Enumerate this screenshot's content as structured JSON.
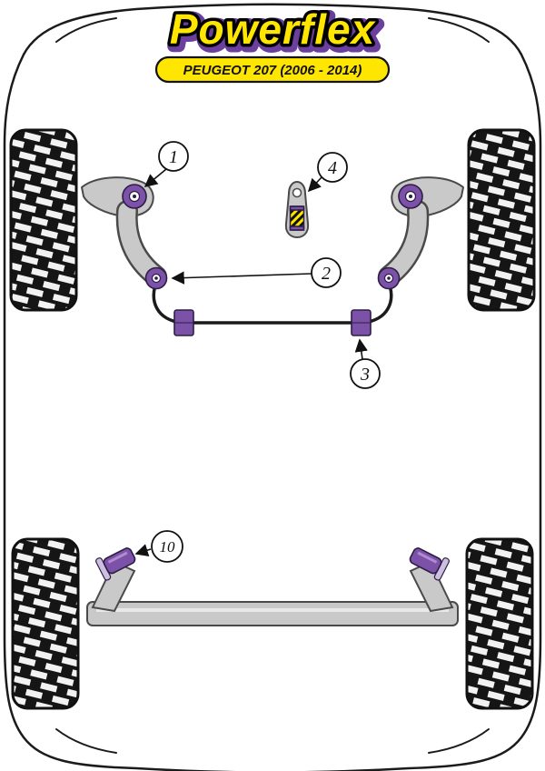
{
  "brand": {
    "logo_text": "Powerflex",
    "model_label": "PEUGEOT 207 (2006 - 2014)"
  },
  "colors": {
    "bushing_purple": "#7b52a8",
    "bushing_purple_dark": "#2e1d45",
    "logo_yellow": "#ffe600",
    "logo_purple": "#6a3f9e",
    "metal_gray": "#c9c9c9",
    "outline_black": "#1b1b1b"
  },
  "callouts": [
    {
      "number": "1"
    },
    {
      "number": "2"
    },
    {
      "number": "3"
    },
    {
      "number": "4"
    },
    {
      "number": "10"
    }
  ]
}
